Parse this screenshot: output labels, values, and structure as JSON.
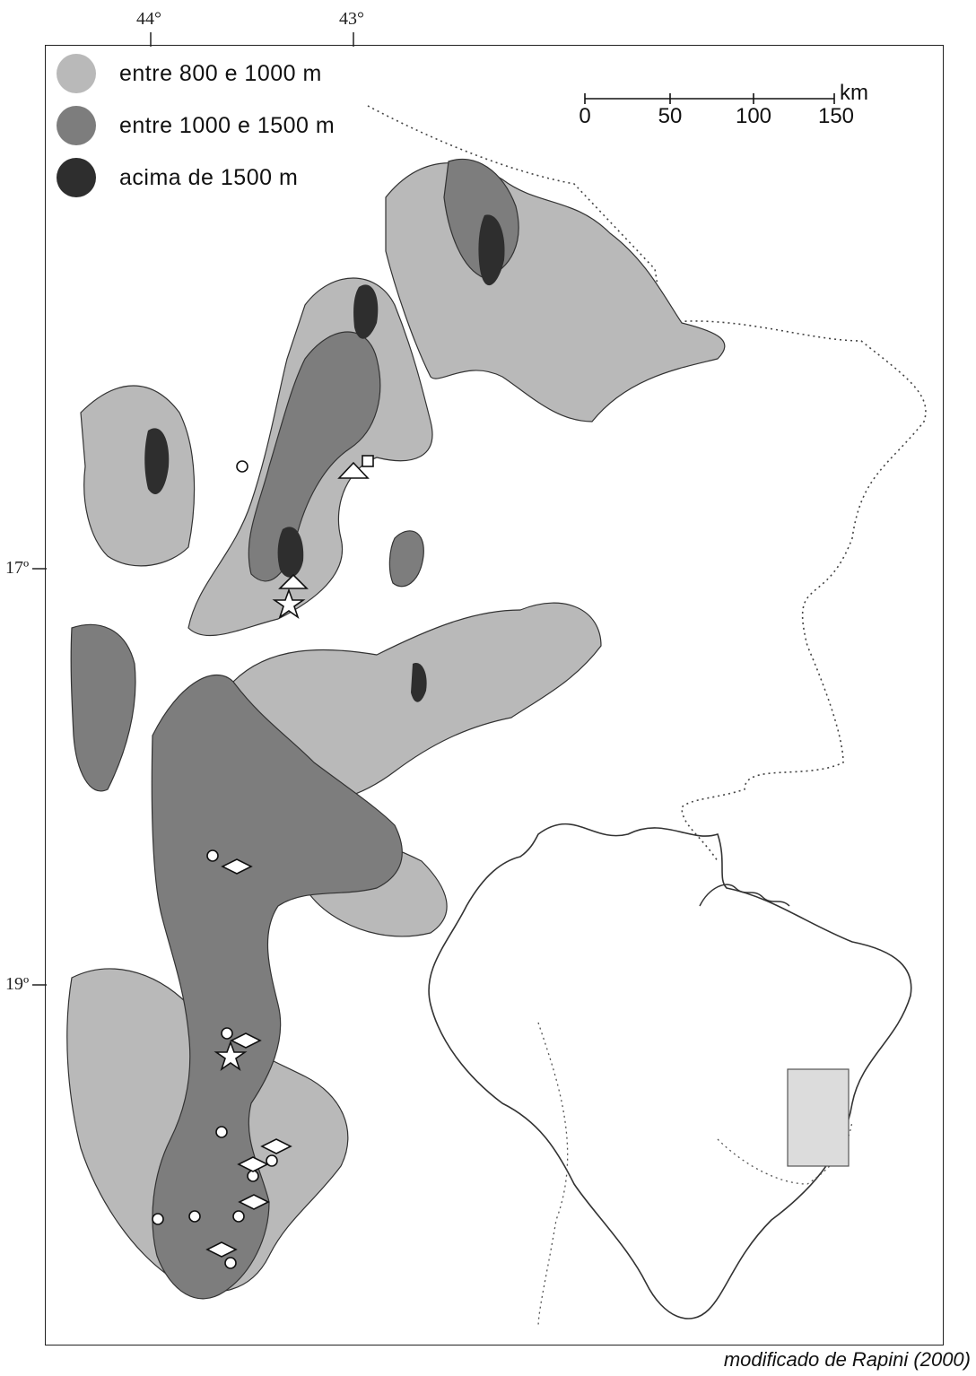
{
  "legend": [
    {
      "label": "entre 800 e 1000 m",
      "color": "#b9b9b9"
    },
    {
      "label": "entre 1000 e 1500 m",
      "color": "#7d7d7d"
    },
    {
      "label": "acima de 1500 m",
      "color": "#2e2e2e"
    }
  ],
  "coordinates": {
    "lon_44": "44°",
    "lon_43": "43°",
    "lat_17": "17º",
    "lat_19": "19º"
  },
  "scale_bar": {
    "ticks": [
      "0",
      "50",
      "100",
      "150"
    ],
    "unit": "km"
  },
  "credit": "modificado de Rapini (2000)",
  "colors": {
    "light": "#b9b9b9",
    "mid": "#7d7d7d",
    "dark": "#2e2e2e",
    "inset_highlight": "#dcdcdc"
  },
  "symbols": [
    "circle",
    "diamond",
    "triangle",
    "star",
    "square"
  ]
}
